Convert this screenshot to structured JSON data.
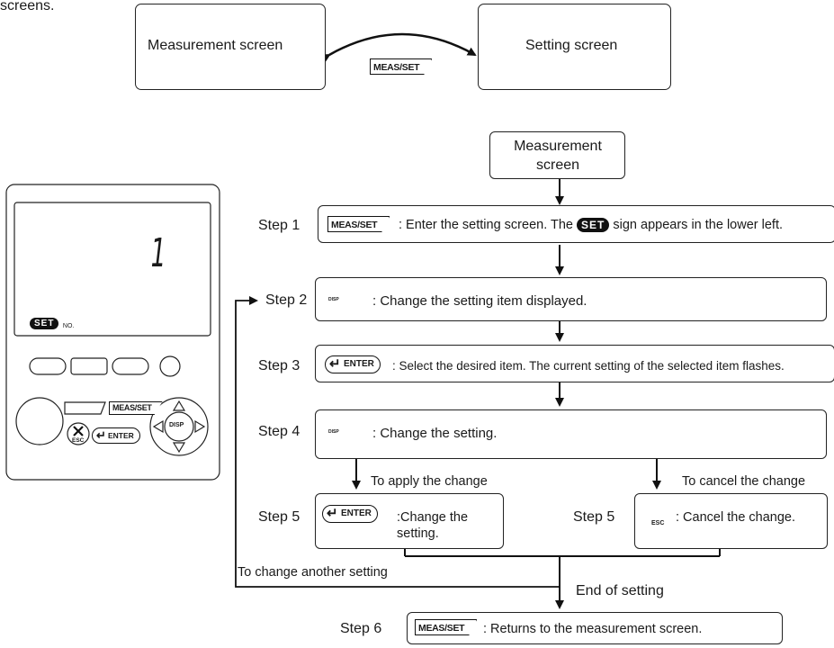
{
  "intro_fragment": "screens.",
  "top_diagram": {
    "left_box": "Measurement screen",
    "right_box": "Setting screen",
    "key_label": "MEAS/SET"
  },
  "flow": {
    "start_box": "Measurement screen",
    "steps": [
      {
        "label": "Step 1",
        "key": "MEAS/SET",
        "text": ": Enter the setting screen.  The",
        "badge": "SET",
        "text_after": "sign appears in the lower left."
      },
      {
        "label": "Step 2",
        "key": "DISP",
        "text": ": Change the setting item displayed."
      },
      {
        "label": "Step 3",
        "key": "ENTER",
        "text": ": Select the desired item.  The current setting of the selected item flashes."
      },
      {
        "label": "Step 4",
        "key": "DISP",
        "text": ": Change the setting."
      },
      {
        "label": "Step 5",
        "key": "ENTER",
        "text": ":Change the setting."
      },
      {
        "label": "Step 5",
        "key": "ESC",
        "text": ": Cancel the change."
      },
      {
        "label": "Step 6",
        "key": "MEAS/SET",
        "text": ": Returns to the measurement screen."
      }
    ],
    "apply_caption": "To apply the change",
    "cancel_caption": "To cancel the change",
    "another_caption": "To change another setting",
    "end_caption": "End of setting"
  },
  "device": {
    "display_value": "1",
    "set_badge": "SET",
    "no_label": "NO.",
    "meas_key": "MEAS/SET",
    "enter_key": "ENTER",
    "esc_key": "ESC",
    "disp_key": "DISP"
  }
}
